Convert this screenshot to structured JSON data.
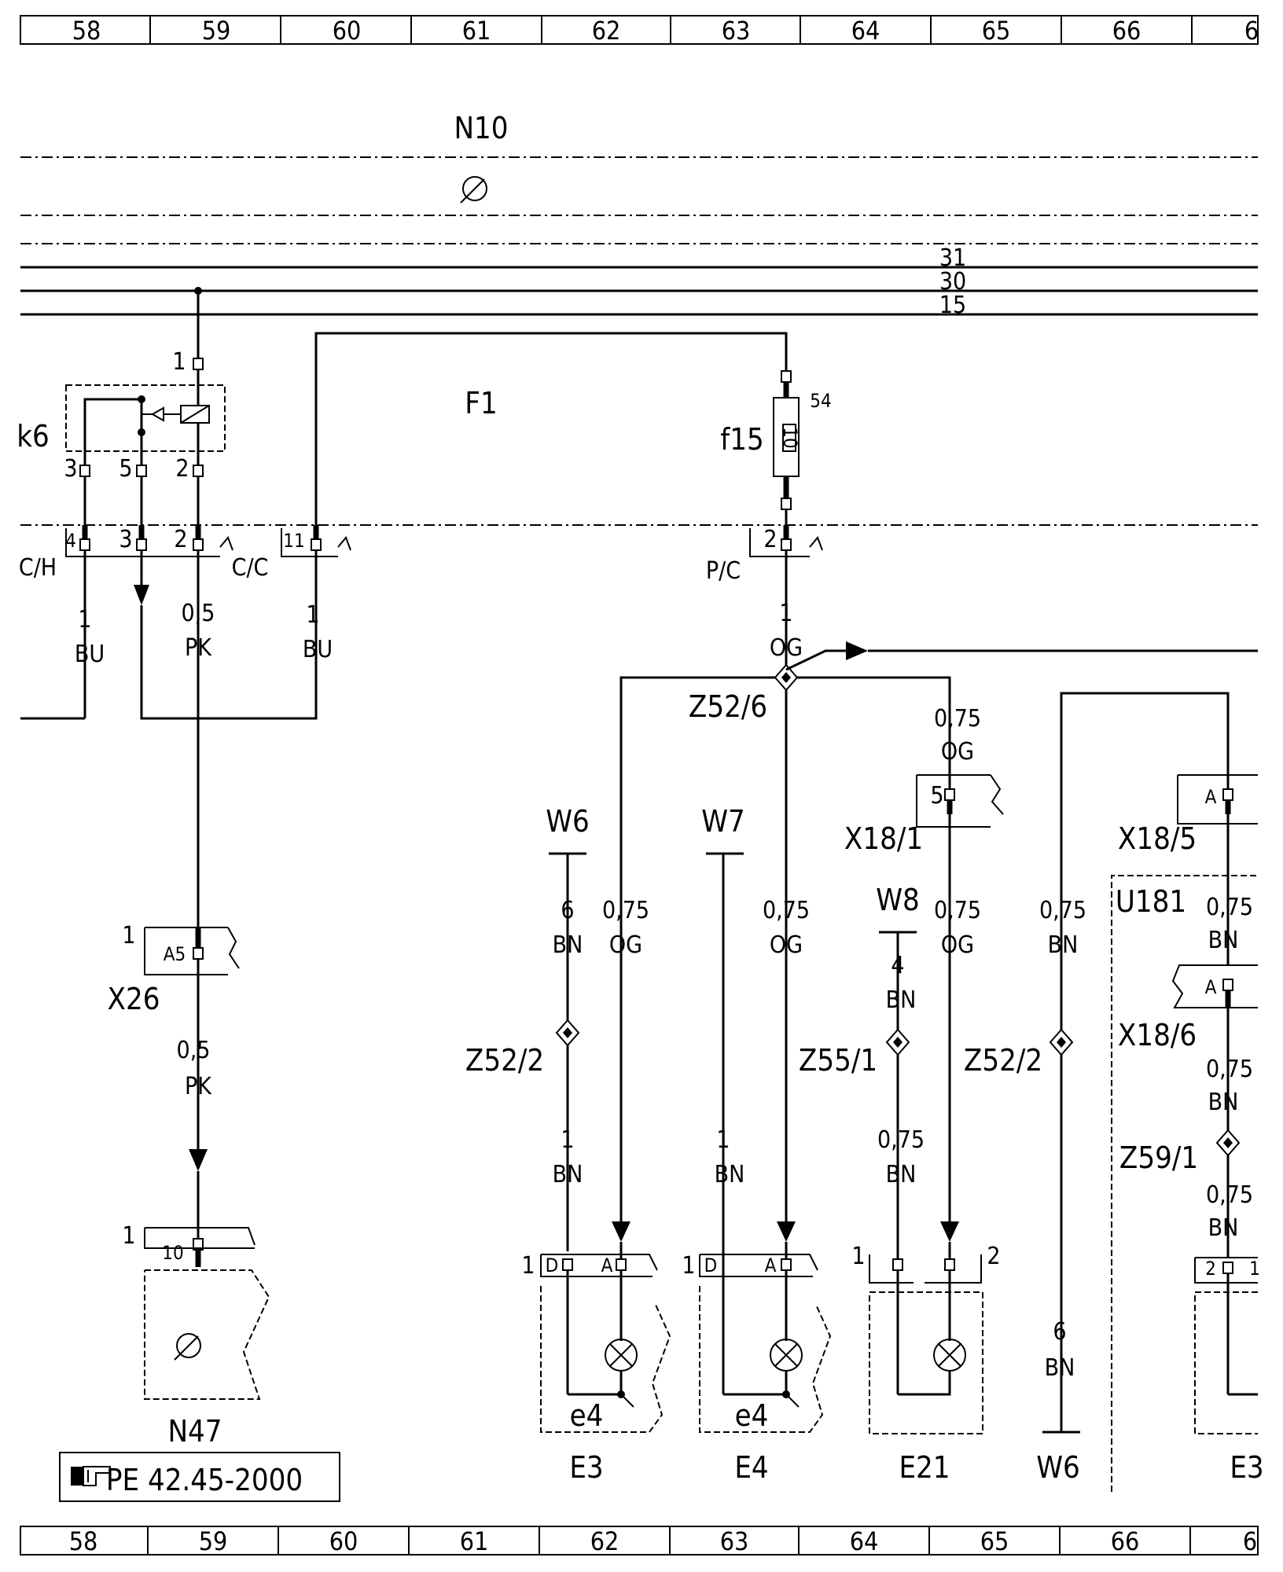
{
  "grid": {
    "top_cells": [
      "58",
      "59",
      "60",
      "61",
      "62",
      "63",
      "64",
      "65",
      "66",
      "6"
    ],
    "bottom_cells": [
      "58",
      "59",
      "60",
      "61",
      "62",
      "63",
      "64",
      "65",
      "66",
      "6"
    ]
  },
  "components": {
    "N10": "N10",
    "F1": "F1",
    "f15": "f15",
    "f15_rating": "10",
    "f15_pin": "54",
    "k6": "k6",
    "N47": "N47",
    "E3": "E3",
    "E4": "E4",
    "E21": "E21",
    "E3x": "E3",
    "U181": "U181",
    "e4_a": "e4",
    "e4_b": "e4"
  },
  "bus_lines": [
    "31",
    "30",
    "15"
  ],
  "connectors": {
    "CH": "C/H",
    "CC": "C/C",
    "PC": "P/C",
    "X26": "X26",
    "X26_pin": "A5",
    "X18_1": "X18/1",
    "X18_5": "X18/5",
    "X18_6": "X18/6"
  },
  "splices": {
    "Z52_6": "Z52/6",
    "Z52_2_a": "Z52/2",
    "Z55_1": "Z55/1",
    "Z52_2_b": "Z52/2",
    "Z59_1": "Z59/1"
  },
  "grounds": {
    "W6_top": "W6",
    "W7": "W7",
    "W8": "W8",
    "W6_bottom": "W6"
  },
  "pins": {
    "k6_1": "1",
    "k6_3": "3",
    "k6_5": "5",
    "k6_2": "2",
    "ch_4": "4",
    "cc_3": "3",
    "cc_2": "2",
    "cc_11": "11",
    "pc_2": "2",
    "x26_1": "1",
    "n47_1": "1",
    "n47_10": "10",
    "e3_1": "1",
    "e3_D": "D",
    "e3_A": "A",
    "e4_1": "1",
    "e4_D": "D",
    "e4_A": "A",
    "e21_1": "1",
    "e21_2": "2",
    "x18_1_5": "5",
    "x18_5_A": "A",
    "x18_6_A": "A",
    "e3x_2": "2",
    "e3x_1": "1"
  },
  "wires": {
    "w_bu1_a": "1",
    "w_bu1_b": "BU",
    "w_pk1_a": "0,5",
    "w_pk1_b": "PK",
    "w_bu2_a": "1",
    "w_bu2_b": "BU",
    "w_og_main_a": "1",
    "w_og_main_b": "OG",
    "w_og_x181_a": "0,75",
    "w_og_x181_b": "OG",
    "w_pk2_a": "0,5",
    "w_pk2_b": "PK",
    "w_bn6_a": "6",
    "w_bn6_b": "BN",
    "w_og_e3_a": "0,75",
    "w_og_e3_b": "OG",
    "w_og_e4_a": "0,75",
    "w_og_e4_b": "OG",
    "w_bn4_a": "4",
    "w_bn4_b": "BN",
    "w_og_e21_a": "0,75",
    "w_og_e21_b": "OG",
    "w_bn_w6_a": "0,75",
    "w_bn_w6_b": "BN",
    "w_bn_u181_a": "0,75",
    "w_bn_u181_b": "BN",
    "w_bn_e3_a": "1",
    "w_bn_e3_b": "BN",
    "w_bn_e4_a": "1",
    "w_bn_e4_b": "BN",
    "w_bn_e21_a": "0,75",
    "w_bn_e21_b": "BN",
    "w_bn_z59a_a": "0,75",
    "w_bn_z59a_b": "BN",
    "w_bn_z59b_a": "0,75",
    "w_bn_z59b_b": "BN",
    "w_bn6b_a": "6",
    "w_bn6b_b": "BN"
  },
  "reference": {
    "text": "PE 42.45-2000",
    "icon": "pointing-hand-icon"
  }
}
